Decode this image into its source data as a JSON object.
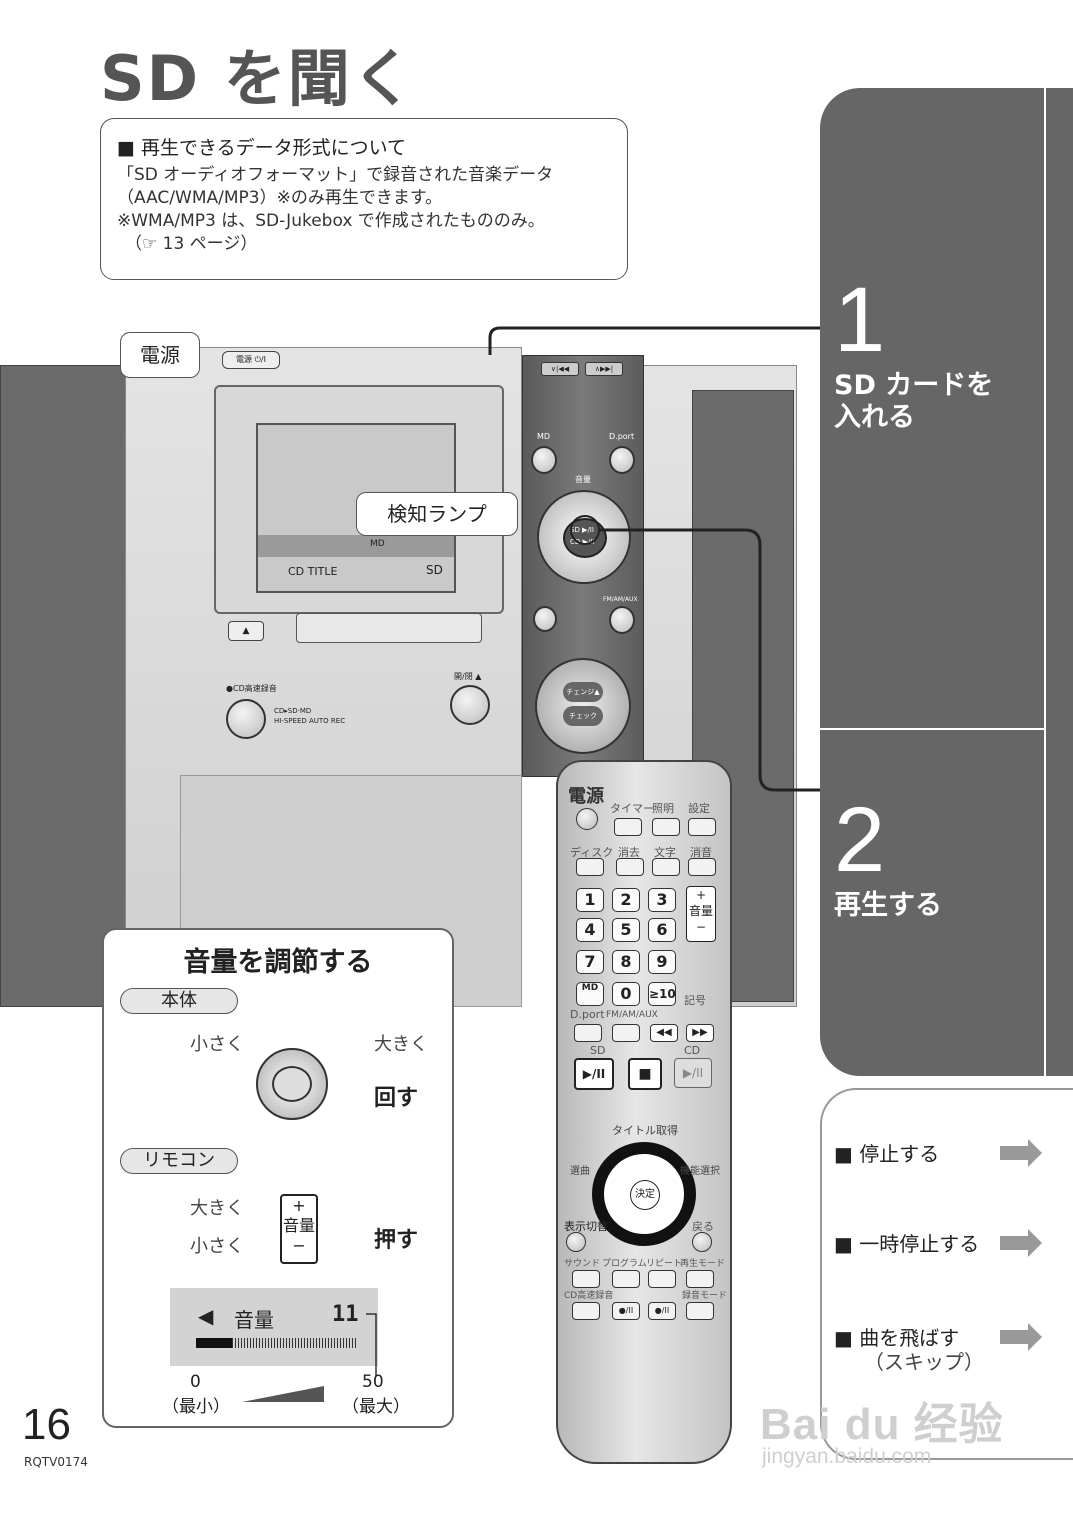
{
  "page": {
    "title": "SD を聞く",
    "page_number": "16",
    "model_code": "RQTV0174"
  },
  "info_box": {
    "heading": "■ 再生できるデータ形式について",
    "lines": [
      "「SD オーディオフォーマット」で録音された音楽データ",
      "（AAC/WMA/MP3）※のみ再生できます。",
      "※WMA/MP3 は、SD-Jukebox で作成されたもののみ。",
      "（☞ 13 ページ）"
    ]
  },
  "steps": [
    {
      "number": "1",
      "text_line1": "SD カードを",
      "text_line2": "入れる"
    },
    {
      "number": "2",
      "text_line1": "再生する",
      "text_line2": ""
    }
  ],
  "callouts": {
    "power": "電源",
    "sensor_lamp": "検知ランプ"
  },
  "device": {
    "power_btn": "電源 ⏻/I",
    "md_label": "MD",
    "dport_label": "D.port",
    "volume_label": "音量",
    "sd_label": "SD ▶/II",
    "cd_label": "CD ▶/II",
    "fm_label": "FM/AM/AUX",
    "cd_title": "CD TITLE",
    "display_sd": "SD",
    "display_md": "MD",
    "open_close": "開/閉 ▲",
    "rec_label": "●CD高速録音",
    "rec_sub1": "CD▸SD·MD",
    "rec_sub2": "HI-SPEED AUTO REC",
    "changer": "チェンジ▲",
    "check": "チェック"
  },
  "volume_box": {
    "title": "音量を調節する",
    "main_unit_label": "本体",
    "smaller": "小さく",
    "larger": "大きく",
    "turn": "回す",
    "remote_label": "リモコン",
    "remote_larger": "大きく",
    "remote_smaller": "小さく",
    "push": "押す",
    "volume_key": "音量",
    "display_label": "音量",
    "display_value": "11",
    "display_level": 0.22,
    "min_value": "0",
    "min_caption": "（最小）",
    "max_value": "50",
    "max_caption": "（最大）"
  },
  "operations": [
    {
      "label": "■ 停止する",
      "sub": ""
    },
    {
      "label": "■ 一時停止する",
      "sub": ""
    },
    {
      "label": "■ 曲を飛ばす",
      "sub": "（スキップ）"
    }
  ],
  "remote": {
    "power": "電源",
    "timer": "タイマー",
    "light": "照明",
    "setting": "設定",
    "disc": "ディスク",
    "erase": "消去",
    "char": "文字",
    "mute": "消音",
    "keys": [
      "1",
      "2",
      "3",
      "4",
      "5",
      "6",
      "7",
      "8",
      "9",
      "MD",
      "0",
      "≥10"
    ],
    "symbol": "記号",
    "volume": "音量",
    "dport": "D.port",
    "fmam": "FM/AM/AUX",
    "sd": "SD",
    "cd": "CD",
    "title_get": "タイトル取得",
    "track_sel": "選曲",
    "func_sel": "機能選択",
    "enter": "決定",
    "display_sw": "表示切替",
    "back": "戻る",
    "sound": "サウンド",
    "program": "プログラム",
    "repeat": "リピート",
    "play_mode": "再生モード",
    "cd_rec": "CD高速録音",
    "rec_mode": "録音モード"
  },
  "watermark": {
    "line1": "Bai du 经验",
    "line2": "jingyan.baidu.com"
  }
}
